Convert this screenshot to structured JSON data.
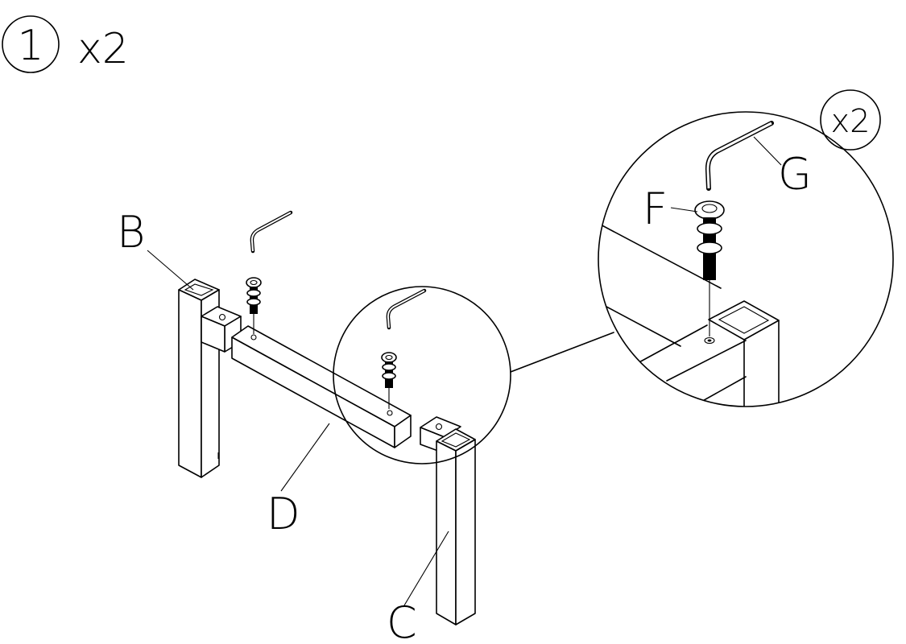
{
  "step": {
    "number": "1",
    "multiplier": "x2"
  },
  "detail": {
    "multiplier": "x2"
  },
  "parts": {
    "B": "B",
    "C": "C",
    "D": "D",
    "F": "F",
    "G": "G"
  },
  "colors": {
    "ink": "#000000",
    "paper": "#ffffff"
  }
}
